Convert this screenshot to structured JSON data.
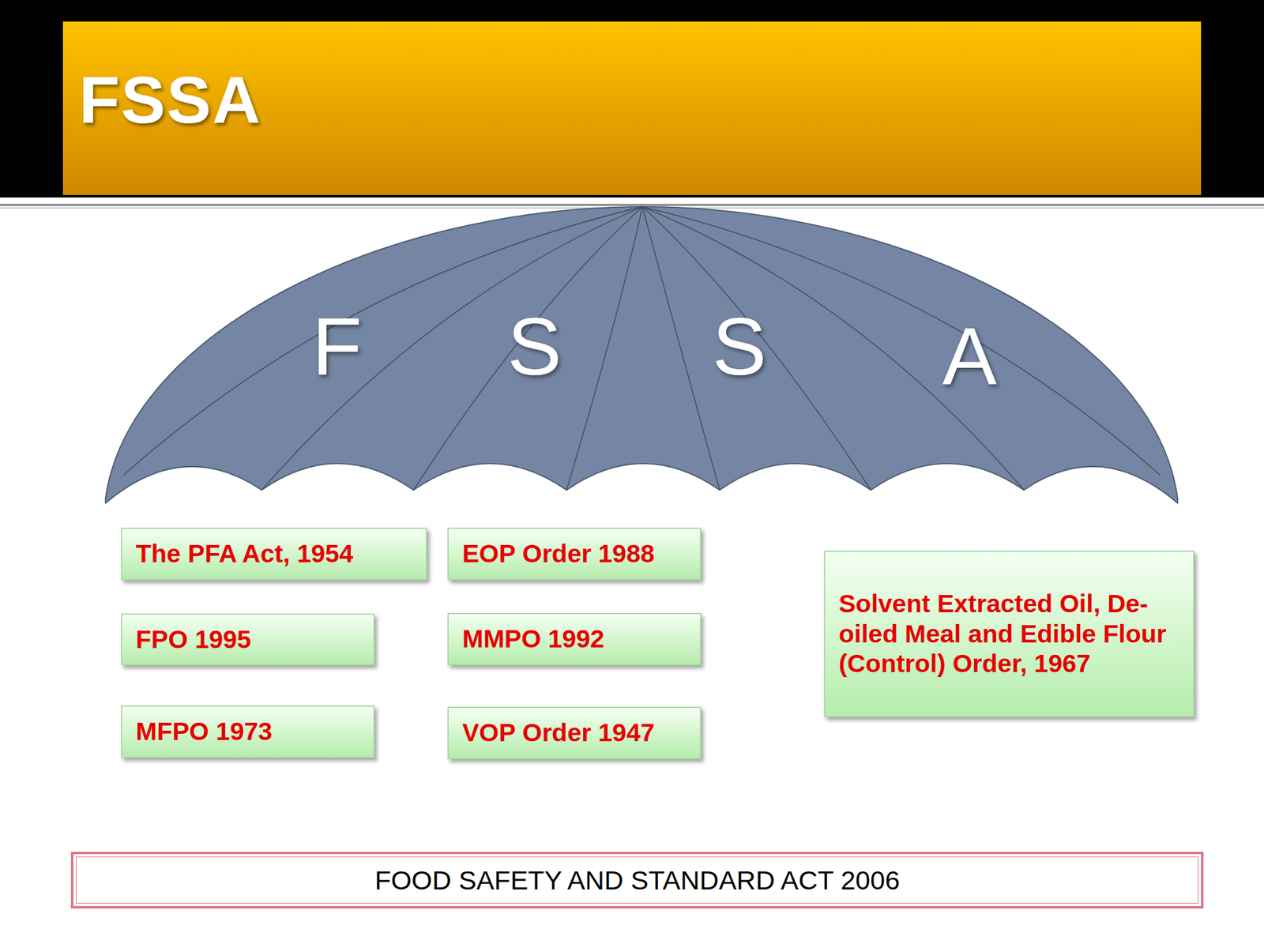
{
  "diagram": {
    "title": "FSSA",
    "caption": "FOOD SAFETY AND STANDARD ACT 2006",
    "nodes": [
      {
        "text": [
          "F",
          "S",
          "S",
          "A"
        ]
      },
      {
        "text": [
          "The PFA Act, 1954"
        ]
      },
      {
        "text": [
          "EOP Order 1988"
        ]
      },
      {
        "text": [
          "FPO 1995"
        ]
      },
      {
        "text": [
          "MMPO 1992"
        ]
      },
      {
        "text": [
          "MFPO 1973"
        ]
      },
      {
        "text": [
          "VOP Order 1947"
        ]
      },
      {
        "text": [
          "Solvent Extracted Oil, De-oiled Meal and Edible Flour (Control) Order, 1967"
        ]
      }
    ]
  }
}
